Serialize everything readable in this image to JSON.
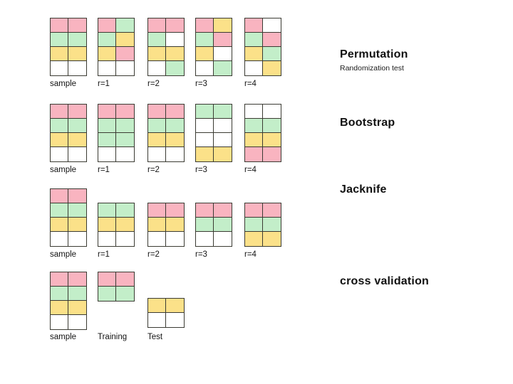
{
  "palette": {
    "pink": "#f9b4c0",
    "green": "#c3eec9",
    "yellow": "#fbe189",
    "white": "#ffffff",
    "stroke": "#3b3b33",
    "text": "#111111",
    "background": "#ffffff"
  },
  "sections": [
    {
      "id": "permutation",
      "title": "Permutation",
      "subtitle": "Randomization test",
      "blocks": [
        {
          "label": "sample",
          "rows": [
            [
              "pink",
              "pink"
            ],
            [
              "green",
              "green"
            ],
            [
              "yellow",
              "yellow"
            ],
            [
              "white",
              "white"
            ]
          ]
        },
        {
          "label": "r=1",
          "rows": [
            [
              "pink",
              "green"
            ],
            [
              "green",
              "yellow"
            ],
            [
              "yellow",
              "pink"
            ],
            [
              "white",
              "white"
            ]
          ]
        },
        {
          "label": "r=2",
          "rows": [
            [
              "pink",
              "pink"
            ],
            [
              "green",
              "white"
            ],
            [
              "yellow",
              "yellow"
            ],
            [
              "white",
              "green"
            ]
          ]
        },
        {
          "label": "r=3",
          "rows": [
            [
              "pink",
              "yellow"
            ],
            [
              "green",
              "pink"
            ],
            [
              "yellow",
              "white"
            ],
            [
              "white",
              "green"
            ]
          ]
        },
        {
          "label": "r=4",
          "rows": [
            [
              "pink",
              "white"
            ],
            [
              "green",
              "pink"
            ],
            [
              "yellow",
              "green"
            ],
            [
              "white",
              "yellow"
            ]
          ]
        }
      ]
    },
    {
      "id": "bootstrap",
      "title": "Bootstrap",
      "subtitle": "",
      "blocks": [
        {
          "label": "sample",
          "rows": [
            [
              "pink",
              "pink"
            ],
            [
              "green",
              "green"
            ],
            [
              "yellow",
              "yellow"
            ],
            [
              "white",
              "white"
            ]
          ]
        },
        {
          "label": "r=1",
          "rows": [
            [
              "pink",
              "pink"
            ],
            [
              "green",
              "green"
            ],
            [
              "green",
              "green"
            ],
            [
              "white",
              "white"
            ]
          ]
        },
        {
          "label": "r=2",
          "rows": [
            [
              "pink",
              "pink"
            ],
            [
              "green",
              "green"
            ],
            [
              "yellow",
              "yellow"
            ],
            [
              "white",
              "white"
            ]
          ]
        },
        {
          "label": "r=3",
          "rows": [
            [
              "green",
              "green"
            ],
            [
              "white",
              "white"
            ],
            [
              "white",
              "white"
            ],
            [
              "yellow",
              "yellow"
            ]
          ]
        },
        {
          "label": "r=4",
          "rows": [
            [
              "white",
              "white"
            ],
            [
              "green",
              "green"
            ],
            [
              "yellow",
              "yellow"
            ],
            [
              "pink",
              "pink"
            ]
          ]
        }
      ]
    },
    {
      "id": "jacknife",
      "title": "Jacknife",
      "subtitle": "",
      "blocks": [
        {
          "label": "sample",
          "rows": [
            [
              "pink",
              "pink"
            ],
            [
              "green",
              "green"
            ],
            [
              "yellow",
              "yellow"
            ],
            [
              "white",
              "white"
            ]
          ]
        },
        {
          "label": "r=1",
          "rows": [
            [
              "green",
              "green"
            ],
            [
              "yellow",
              "yellow"
            ],
            [
              "white",
              "white"
            ]
          ]
        },
        {
          "label": "r=2",
          "rows": [
            [
              "pink",
              "pink"
            ],
            [
              "yellow",
              "yellow"
            ],
            [
              "white",
              "white"
            ]
          ]
        },
        {
          "label": "r=3",
          "rows": [
            [
              "pink",
              "pink"
            ],
            [
              "green",
              "green"
            ],
            [
              "white",
              "white"
            ]
          ]
        },
        {
          "label": "r=4",
          "rows": [
            [
              "pink",
              "pink"
            ],
            [
              "green",
              "green"
            ],
            [
              "yellow",
              "yellow"
            ]
          ]
        }
      ]
    },
    {
      "id": "cross-validation",
      "title": "cross validation",
      "subtitle": "",
      "blocks": [
        {
          "label": "sample",
          "rows": [
            [
              "pink",
              "pink"
            ],
            [
              "green",
              "green"
            ],
            [
              "yellow",
              "yellow"
            ],
            [
              "white",
              "white"
            ]
          ]
        },
        {
          "label": "Training",
          "rows": [
            [
              "pink",
              "pink"
            ],
            [
              "green",
              "green"
            ]
          ]
        },
        {
          "label": "Test",
          "rows": [
            [
              "yellow",
              "yellow"
            ],
            [
              "white",
              "white"
            ]
          ]
        }
      ]
    }
  ]
}
